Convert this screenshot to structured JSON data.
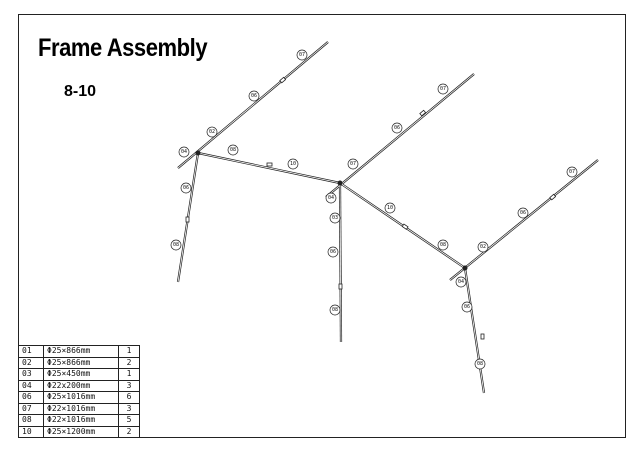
{
  "title": "Frame Assembly",
  "step": "8-10",
  "callouts": [
    "07",
    "06",
    "02",
    "04",
    "08",
    "10",
    "07",
    "06",
    "07",
    "04",
    "03",
    "06",
    "08",
    "06",
    "08",
    "10",
    "08",
    "02",
    "04",
    "06",
    "08",
    "06",
    "07"
  ],
  "parts_table": [
    {
      "no": "01",
      "desc": "Φ25×866mm",
      "qty": "1"
    },
    {
      "no": "02",
      "desc": "Φ25×866mm",
      "qty": "2"
    },
    {
      "no": "03",
      "desc": "Φ25×450mm",
      "qty": "1"
    },
    {
      "no": "04",
      "desc": "Φ22x200mm",
      "qty": "3"
    },
    {
      "no": "06",
      "desc": "Φ25×1016mm",
      "qty": "6"
    },
    {
      "no": "07",
      "desc": "Φ22×1016mm",
      "qty": "3"
    },
    {
      "no": "08",
      "desc": "Φ22×1016mm",
      "qty": "5"
    },
    {
      "no": "10",
      "desc": "Φ25×1200mm",
      "qty": "2"
    }
  ]
}
